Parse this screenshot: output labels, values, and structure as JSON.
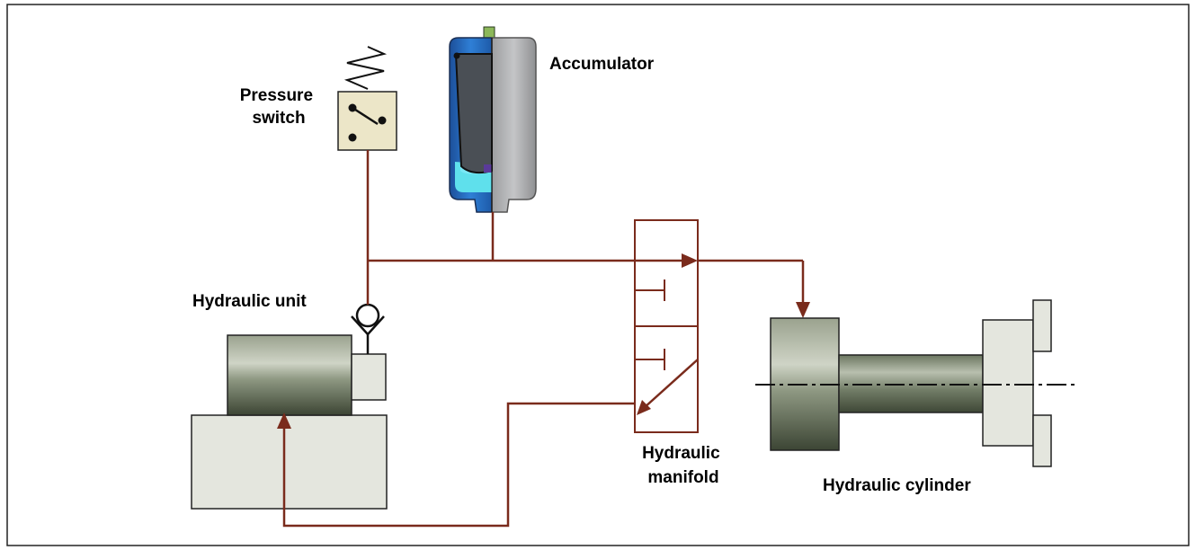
{
  "labels": {
    "pressure_switch": [
      "Pressure",
      "switch"
    ],
    "accumulator": "Accumulator",
    "hydraulic_unit": "Hydraulic unit",
    "hydraulic_manifold": [
      "Hydraulic",
      "manifold"
    ],
    "hydraulic_cylinder": "Hydraulic cylinder"
  },
  "colors": {
    "pipe": "#7a2b1c",
    "frame": "#222222",
    "machine_light": "#e4e6de",
    "machine_dark": "#5e6a54",
    "switch_box": "#ece6c8",
    "accumulator_blue": "#2a6fc4",
    "accumulator_cyan": "#5fe0ec",
    "accumulator_grey": "#b5b6b8",
    "bladder": "#4a4f55"
  }
}
